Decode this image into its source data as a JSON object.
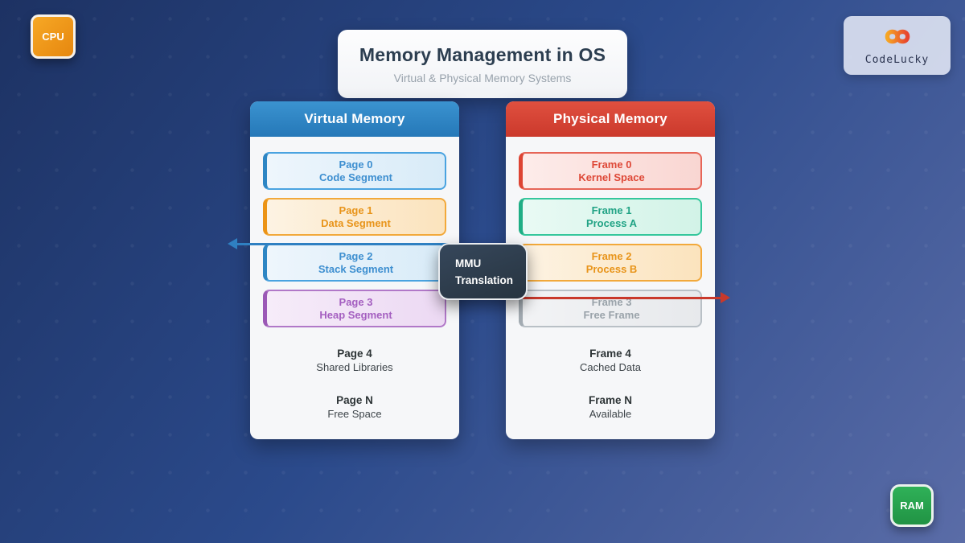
{
  "badges": {
    "cpu": "CPU",
    "ram": "RAM"
  },
  "logo": {
    "name": "CodeLucky"
  },
  "title": {
    "heading": "Memory Management in OS",
    "subtitle": "Virtual & Physical Memory Systems"
  },
  "virtual_memory": {
    "header": "Virtual Memory",
    "pages": [
      {
        "name": "Page 0",
        "desc": "Code Segment",
        "color": "blue"
      },
      {
        "name": "Page 1",
        "desc": "Data Segment",
        "color": "orange"
      },
      {
        "name": "Page 2",
        "desc": "Stack Segment",
        "color": "blue"
      },
      {
        "name": "Page 3",
        "desc": "Heap Segment",
        "color": "purple"
      }
    ],
    "plain": [
      {
        "name": "Page 4",
        "desc": "Shared Libraries"
      },
      {
        "name": "Page N",
        "desc": "Free Space"
      }
    ]
  },
  "physical_memory": {
    "header": "Physical Memory",
    "frames": [
      {
        "name": "Frame 0",
        "desc": "Kernel Space",
        "color": "red"
      },
      {
        "name": "Frame 1",
        "desc": "Process A",
        "color": "teal"
      },
      {
        "name": "Frame 2",
        "desc": "Process B",
        "color": "orange"
      },
      {
        "name": "Frame 3",
        "desc": "Free Frame",
        "color": "gray"
      }
    ],
    "plain": [
      {
        "name": "Frame 4",
        "desc": "Cached Data"
      },
      {
        "name": "Frame N",
        "desc": "Available"
      }
    ]
  },
  "mmu": {
    "line1": "MMU",
    "line2": "Translation"
  },
  "colors": {
    "background_dark": "#1d3263",
    "background_light": "#5a6ca7",
    "virtual_header": "#2e86c4",
    "physical_header": "#d8453a",
    "cpu_badge": "#ec9416",
    "ram_badge": "#28a54e",
    "mmu_box": "#2e3d4d",
    "arrow_blue": "#2f80c2",
    "arrow_red": "#c9392b",
    "title_text": "#2c3e50"
  }
}
